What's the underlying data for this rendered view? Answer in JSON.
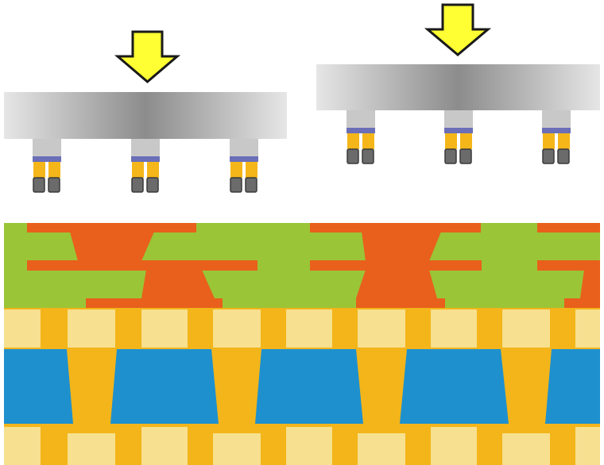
{
  "colors": {
    "background": "#ffffff",
    "arrow_fill": "#ffff33",
    "arrow_stroke": "#1a1a1a",
    "platen_light": "#e6e6e6",
    "platen_dark": "#8c8c8c",
    "post": "#c8c8c8",
    "pad_band": "#6b6fb7",
    "pad_leg": "#f4b619",
    "tip": "#6b6b6b",
    "tip_stroke": "#3a3a3a",
    "upper_green": "#9ac537",
    "upper_orange": "#e8601c",
    "lower_yellow": "#f3b51a",
    "lower_cream": "#f7e08f",
    "lower_blue": "#1e90ce"
  },
  "diagram": {
    "press_assemblies": 2,
    "contact_posts_per_assembly": 3,
    "pressure_arrow": "down-arrow-icon",
    "layers": [
      "upper-interlocking-layer",
      "lower-bonded-layer"
    ]
  }
}
